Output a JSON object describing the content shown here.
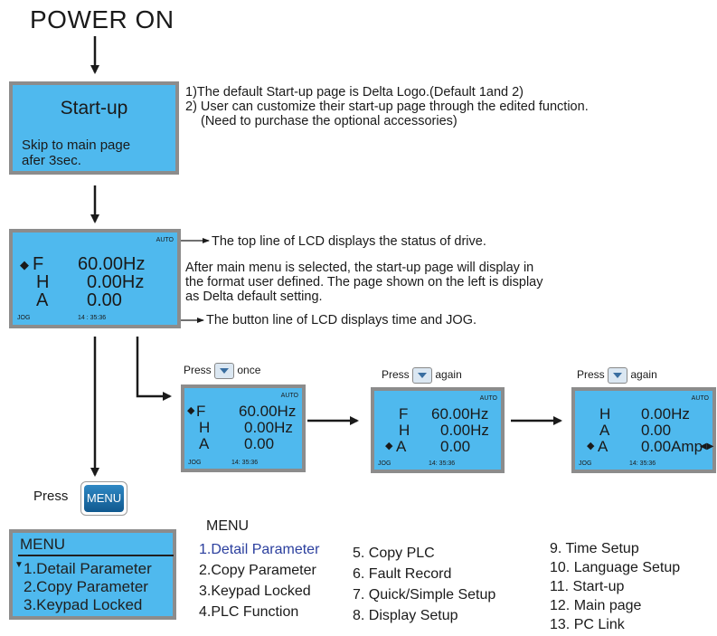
{
  "title": "POWER ON",
  "startup_lcd": {
    "heading": "Start-up",
    "line1": "Skip to main page",
    "line2": "afer 3sec."
  },
  "startup_notes": {
    "line1": "1)The default Start-up page is Delta Logo.(Default 1and 2)",
    "line2": "2) User can customize their start-up page through the edited function.",
    "line3": "(Need to purchase the optional accessories)"
  },
  "main_lcd": {
    "status": "AUTO",
    "rows": [
      {
        "label": "F",
        "value": "60.00Hz"
      },
      {
        "label": "H",
        "value": "0.00Hz"
      },
      {
        "label": "A",
        "value": "0.00"
      }
    ],
    "jog": "JOG",
    "time": "14 : 35:36"
  },
  "main_notes": {
    "top": "The top line of LCD displays the status of drive.",
    "desc1": "After main menu is selected, the start-up page will display in",
    "desc2": "the format user defined. The page shown on the left is display",
    "desc3": "as Delta default setting.",
    "bottom": "The button line of LCD displays time and JOG."
  },
  "press_steps": [
    {
      "press": "Press",
      "suffix": "once"
    },
    {
      "press": "Press",
      "suffix": "again"
    },
    {
      "press": "Press",
      "suffix": "again"
    }
  ],
  "small_lcds": [
    {
      "status": "AUTO",
      "rows": [
        {
          "label": "F",
          "value": "60.00Hz"
        },
        {
          "label": "H",
          "value": "0.00Hz"
        },
        {
          "label": "A",
          "value": "0.00"
        }
      ],
      "jog": "JOG",
      "time": "14: 35:36"
    },
    {
      "status": "AUTO",
      "rows": [
        {
          "label": "F",
          "value": "60.00Hz"
        },
        {
          "label": "H",
          "value": "0.00Hz"
        },
        {
          "label": "A",
          "value": "0.00"
        }
      ],
      "jog": "JOG",
      "time": "14: 35:36"
    },
    {
      "status": "AUTO",
      "rows": [
        {
          "label": "H",
          "value": "0.00Hz"
        },
        {
          "label": "A",
          "value": "0.00"
        },
        {
          "label": "A",
          "value": "0.00Amp"
        }
      ],
      "jog": "JOG",
      "time": "14: 35:36"
    }
  ],
  "press_menu": {
    "press": "Press",
    "button": "MENU"
  },
  "menu_lcd": {
    "title": "MENU",
    "items": [
      "1.Detail Parameter",
      "2.Copy Parameter",
      "3.Keypad Locked"
    ]
  },
  "menu_list": {
    "title": "MENU",
    "col1": [
      "1.Detail Parameter",
      "2.Copy Parameter",
      "3.Keypad Locked",
      "4.PLC Function"
    ],
    "col2": [
      "5.  Copy PLC",
      "6.  Fault Record",
      "7.  Quick/Simple Setup",
      "8.  Display Setup"
    ],
    "col3": [
      "9.  Time Setup",
      "10.  Language Setup",
      "11.  Start-up",
      "12.  Main page",
      "13.  PC Link"
    ]
  },
  "colors": {
    "lcd_bg": "#4fb9ee",
    "lcd_border": "#8c8c8c",
    "menu_button": "#1b6aa3",
    "accent_number": "#2b3f9e"
  }
}
